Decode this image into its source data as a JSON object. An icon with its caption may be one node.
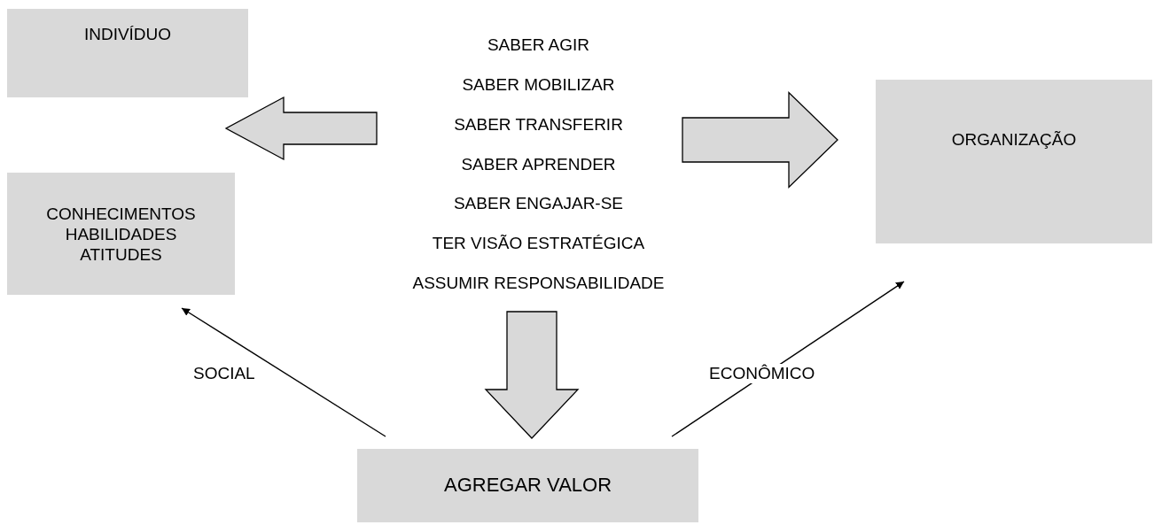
{
  "diagram": {
    "nodes": [
      {
        "text": [
          "INDIVÍDUO"
        ]
      },
      {
        "text": [
          "CONHECIMENTOS HABILIDADES ATITUDES"
        ]
      },
      {
        "text": [
          "SABER AGIR",
          "SABER MOBILIZAR",
          "SABER TRANSFERIR",
          "SABER APRENDER",
          "SABER ENGAJAR-SE",
          "TER VISÃO ESTRATÉGICA",
          "ASSUMIR RESPONSABILIDADE"
        ]
      },
      {
        "text": [
          "ORGANIZAÇÃO"
        ]
      },
      {
        "text": [
          "AGREGAR VALOR"
        ]
      }
    ],
    "edges": [
      {
        "from": 2,
        "to": 0,
        "arrow": "to",
        "style": "thick"
      },
      {
        "from": 2,
        "to": 3,
        "arrow": "to",
        "style": "thick"
      },
      {
        "from": 2,
        "to": 4,
        "arrow": "to",
        "style": "thick"
      },
      {
        "from": 4,
        "to": 1,
        "arrow": "to",
        "label": "SOCIAL"
      },
      {
        "from": 4,
        "to": 3,
        "arrow": "to",
        "label": "ECONÔMICO"
      }
    ]
  }
}
